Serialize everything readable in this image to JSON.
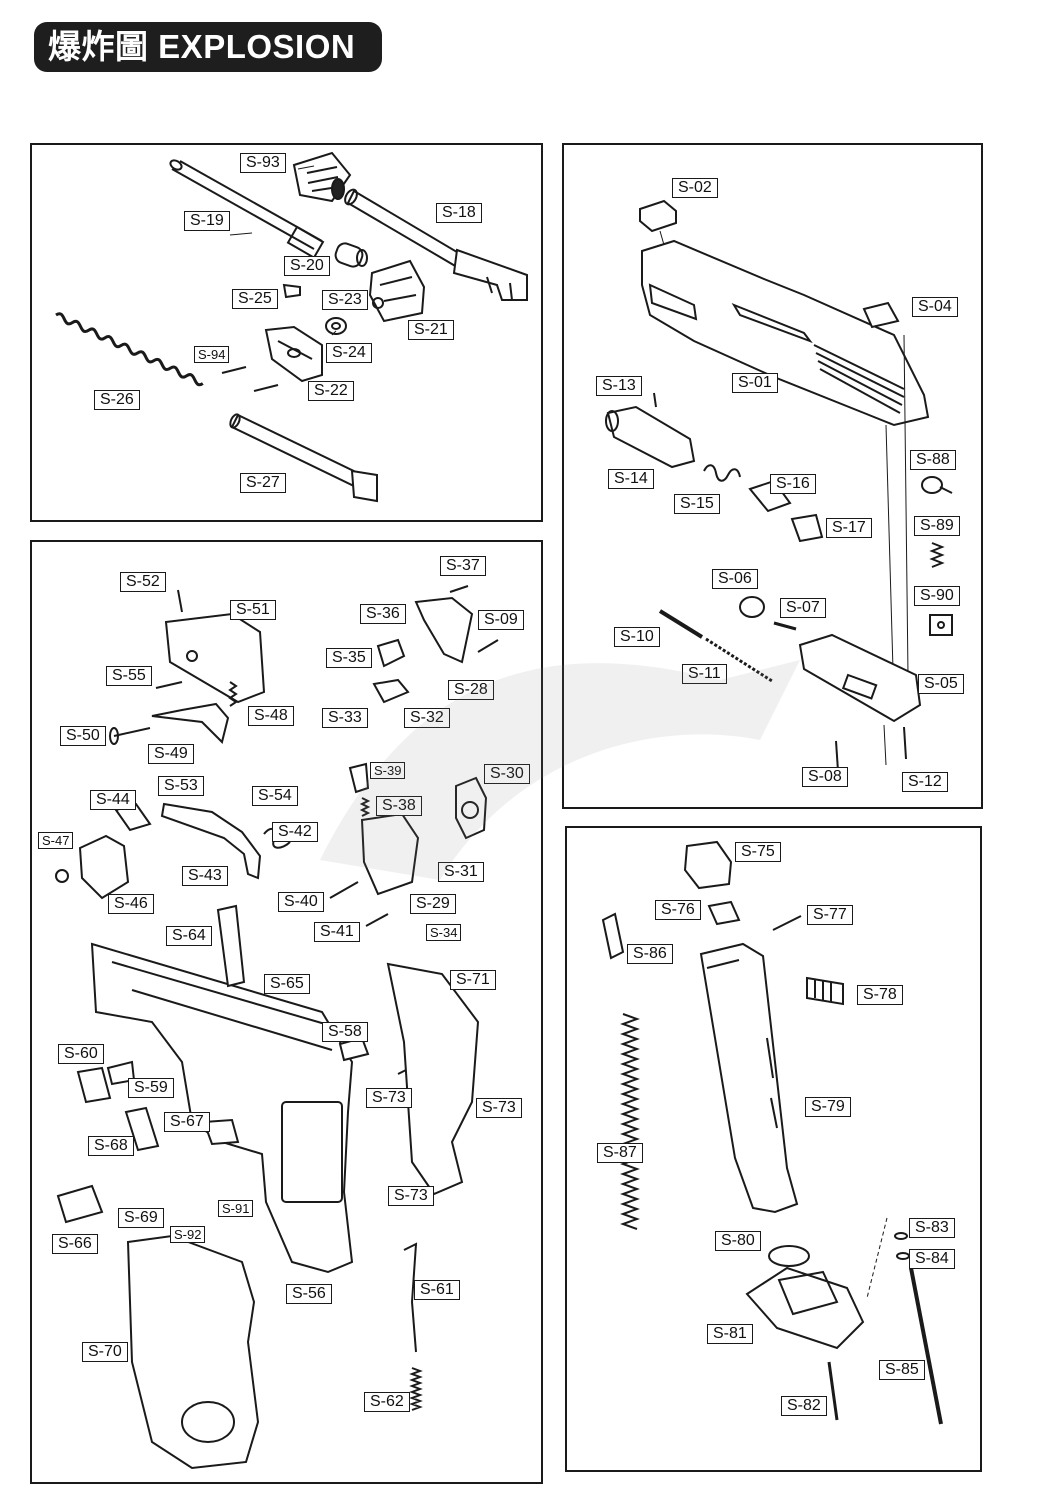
{
  "header": {
    "title": "爆炸圖 EXPLOSION"
  },
  "panels": {
    "barrel": [
      "S-93",
      "S-19",
      "S-18",
      "S-20",
      "S-25",
      "S-23",
      "S-21",
      "S-94",
      "S-24",
      "S-22",
      "S-26",
      "S-27"
    ],
    "frame": [
      "S-52",
      "S-51",
      "S-37",
      "S-36",
      "S-09",
      "S-35",
      "S-28",
      "S-55",
      "S-33",
      "S-32",
      "S-48",
      "S-50",
      "S-49",
      "S-39",
      "S-30",
      "S-53",
      "S-54",
      "S-44",
      "S-38",
      "S-42",
      "S-47",
      "S-31",
      "S-43",
      "S-46",
      "S-40",
      "S-29",
      "S-41",
      "S-34",
      "S-64",
      "S-65",
      "S-71",
      "S-58",
      "S-60",
      "S-59",
      "S-73",
      "S-73",
      "S-67",
      "S-68",
      "S-91",
      "S-69",
      "S-92",
      "S-73",
      "S-66",
      "S-61",
      "S-56",
      "S-70",
      "S-62"
    ],
    "slide": [
      "S-02",
      "S-04",
      "S-01",
      "S-13",
      "S-88",
      "S-14",
      "S-16",
      "S-15",
      "S-17",
      "S-89",
      "S-06",
      "S-90",
      "S-07",
      "S-10",
      "S-11",
      "S-05",
      "S-08",
      "S-12"
    ],
    "magazine": [
      "S-75",
      "S-76",
      "S-77",
      "S-86",
      "S-78",
      "S-79",
      "S-87",
      "S-83",
      "S-80",
      "S-84",
      "S-81",
      "S-85",
      "S-82"
    ]
  },
  "colors": {
    "ink": "#1a1a1a",
    "title_bg": "#1e1e1e",
    "title_text": "#ffffff",
    "paper": "#ffffff"
  }
}
